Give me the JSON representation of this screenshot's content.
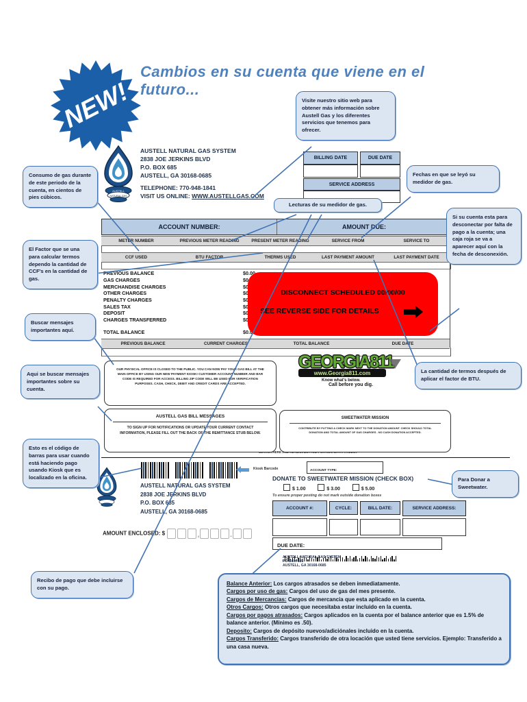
{
  "page": {
    "title": "Cambios en su cuenta que viene en el futuro...",
    "badge": "NEW!"
  },
  "colors": {
    "accent": "#4173b4",
    "callout_fill": "#dbe6f2",
    "header_fill": "#b8cce4",
    "alert_red": "#fe0000",
    "title_blue": "#4f81bd",
    "badge_blue": "#1b5fa8",
    "georgia_green": "#61a832"
  },
  "callouts": {
    "visite": "Visite nuestro sitio web para obtener más información sobre Austell Gas y los diferentes servicios que tenemos para ofrecer.",
    "consumo": "Consumo de gas durante de este periodo de la cuenta, en cientos de pies cúbicos.",
    "fechas": "Fechas en que se leyó su medidor de gas.",
    "lecturas": "Lecturas de su medidor de gas.",
    "desconectar": "Si su cuenta esta para desconectar por falta de pago a la cuenta; una caja roja se va a aparecer aquí con la fecha de desconexión.",
    "factor": "El Factor que se una para calcular termos dependo la cantidad de CCF's en la cantidad de gas.",
    "buscar": "Buscar mensajes importantes aquí.",
    "aqui": "Aqui se buscar mensajes importantes sobre su cuenta.",
    "termos": "La cantidad de termos después de aplicar el factor de BTU.",
    "codigo": "Esto es el código de barras para usar cuando está haciendo pago usando Kiosk que es localizado en la oficina.",
    "donar": "Para Donar a Sweetwater.",
    "recibo": "Recibo de pago que debe incluirse con su pago."
  },
  "company": {
    "name": "AUSTELL NATURAL GAS SYSTEM",
    "address1": "2838 JOE JERKINS BLVD",
    "address2": "P.O. BOX 685",
    "address3": "AUSTELL, GA 30168-0685",
    "phone": "TELEPHONE: 770-948-1841",
    "online_label": "VISIT US ONLINE: ",
    "website": "WWW.AUSTELLGAS.COM"
  },
  "bill": {
    "billing_date": "BILLING DATE",
    "due_date": "DUE DATE",
    "service_address": "SERVICE ADDRESS",
    "account_number": "ACCOUNT NUMBER:",
    "amount_due": "AMOUNT DUE:",
    "meter_headers": [
      "METER NUMBER",
      "PREVIOUS METER READING",
      "PRESENT METER READING",
      "SERVICE FROM",
      "SERVICE TO"
    ],
    "usage_headers": [
      "CCF USED",
      "BTU FACTOR",
      "THERMS USED",
      "LAST PAYMENT AMOUNT",
      "LAST PAYMENT DATE"
    ],
    "charges": [
      {
        "label": "PREVIOUS BALANCE",
        "value": "$0.00"
      },
      {
        "label": "GAS CHARGES",
        "value": "$0.00"
      },
      {
        "label": "MERCHANDISE CHARGES",
        "value": "$0.00"
      },
      {
        "label": "OTHER CHARGES",
        "value": "$0.00"
      },
      {
        "label": "PENALTY CHARGES",
        "value": "$0.00"
      },
      {
        "label": "SALES TAX",
        "value": "$0.00"
      },
      {
        "label": "DEPOSIT",
        "value": "$0.00"
      },
      {
        "label": "CHARGES TRANSFERRED",
        "value": "$0.00"
      }
    ],
    "total": {
      "label": "TOTAL BALANCE",
      "value": "$0.00"
    },
    "disconnect": {
      "line1": "DISCONNECT SCHEDULED 00/00/00",
      "line2": "SEE REVERSE SIDE FOR DETAILS"
    },
    "summary_headers": [
      "PREVIOUS BALANCE",
      "CURRENT CHARGES",
      "TOTAL BALANCE",
      "DUE DATE"
    ]
  },
  "messages": {
    "office_notice": "OUR PHYSICAL OFFICE IS CLOSED TO THE PUBLIC. YOU CAN NOW PAY YOUR GAS BILL AT THE MAIN OFFICE BY USING OUR NEW PAYMENT KIOSK! CUSTOMER ACCOUNT NUMBER AND BAR CODE IS REQUIRED FOR ACCESS. BILLING ZIP CODE WILL BE USED FOR VERIFICATION PURPOSES. CASH, CHECK, DEBIT AND CREDIT CARDS ARE ACCEPTED.",
    "bill_messages_title": "AUSTELL GAS BILL MESSAGES",
    "bill_messages_body": "TO SIGN UP FOR NOTIFICATIONS OR UPDATE YOUR CURRENT CONTACT INFORMATION, PLEASE FILL OUT THE BACK OF THE REMITTANCE STUB BELOW.",
    "georgia811": {
      "name": "GEORGIA811",
      "url": "www.Georgia811.com",
      "tag1": "Know what's below.",
      "tag2": "Call before you dig."
    },
    "sweetwater_title": "SWEETWATER MISSION",
    "sweetwater_body": "CONTRIBUTE BY PUTTING A CHECK MARK NEXT TO THE DONATION AMOUNT. CHECK SHOULD TOTAL DONATION AND TOTAL AMOUNT OF GAS CHARGES - NO CASH DONATION ACCEPTED."
  },
  "stub": {
    "detach": "DETACH HERE AND RETURN BOTTOM PORTION WITH PAYMENT",
    "kiosk_barcode_label": "Kiosk Barcode",
    "amount_enclosed": "AMOUNT ENCLOSED: $",
    "account_type": "ACCOUNT TYPE:",
    "donate_title": "DONATE TO SWEETWATER MISSION (CHECK BOX)",
    "donate_options": [
      "$ 1.00",
      "$ 3.00",
      "$ 5.00"
    ],
    "donate_note": "To ensure proper posting do not mark outside donation boxes",
    "fields": [
      "ACCOUNT #:",
      "CYCLE:",
      "BILL DATE:",
      "SERVICE ADDRESS:"
    ],
    "due_date_label": "DUE DATE:",
    "mail_name": "AUSTELL NATURAL GAS SYSTEM",
    "mail_addr1": "PO BOX 685",
    "mail_addr2": "AUSTELL, GA 30168-0685"
  },
  "glossary": {
    "items": [
      {
        "term": "Balance Anterior:",
        "def": " Los cargos atrasados se deben inmediatamente."
      },
      {
        "term": "Cargos por uso de gas:",
        "def": " Cargos del uso de gas del mes presente."
      },
      {
        "term": "Cargos de Mercancias:",
        "def": " Cargos de mercancia que esta aplicado en la cuenta."
      },
      {
        "term": "Otros Cargos:",
        "def": " Otros cargos que necesitaba estar incluido en la cuenta."
      },
      {
        "term": "Cargos por pagos atrasados:",
        "def": " Cargos aplicados en la cuenta por el balance anterior que es 1.5% de balance anterior. (Mínimo es .50)."
      },
      {
        "term": "Deposito:",
        "def": " Cargos de depósito nuevos/adiciónales incluido en la cuenta."
      },
      {
        "term": "Cargos Transferido:",
        "def": " Cargos transferido de otra locación que usted tiene servicios. Ejemplo: Transferido a una casa nueva."
      }
    ]
  }
}
